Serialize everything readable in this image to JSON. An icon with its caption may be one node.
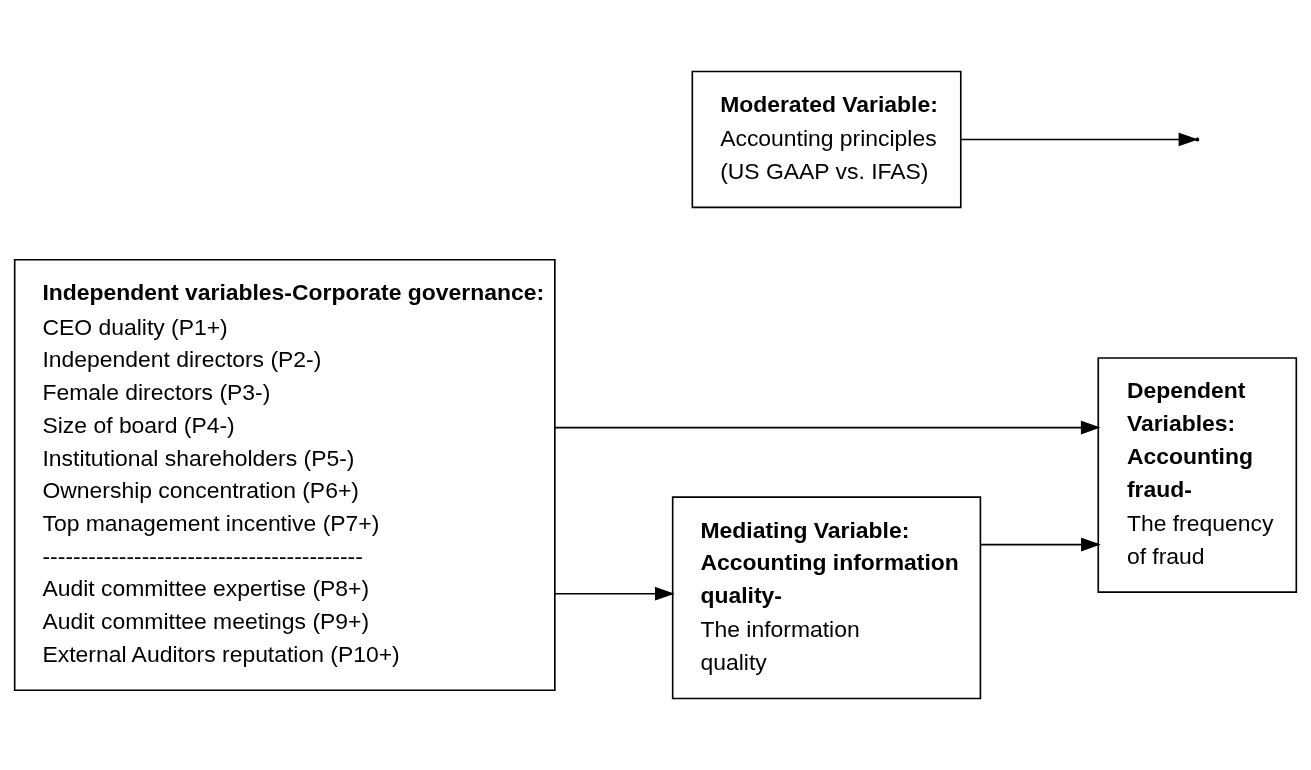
{
  "diagram": {
    "nodes": [
      {
        "text": [
          "Independent variables-Corporate governance:",
          "CEO duality (P1+)",
          "Independent directors (P2-)",
          "Female directors (P3-)",
          "Size of board (P4-)",
          "Institutional shareholders (P5-)",
          "Ownership concentration (P6+)",
          "Top management incentive (P7+)",
          "------------------------------------------",
          "Audit committee expertise (P8+)",
          "Audit committee meetings (P9+)",
          "External Auditors reputation (P10+)"
        ]
      },
      {
        "text": [
          "Dependent Variables: Accounting fraud-",
          "The frequency of fraud"
        ]
      },
      {
        "text": [
          "Mediating Variable: Accounting information quality-",
          "The information quality"
        ]
      },
      {
        "text": [
          "Moderated Variable:",
          "Accounting principles (US GAAP vs. IFAS)"
        ]
      }
    ],
    "edges": [
      {
        "from": 0,
        "to": 1,
        "arrow": "to"
      },
      {
        "from": 0,
        "to": 2,
        "arrow": "to"
      },
      {
        "from": 3,
        "to": null,
        "arrow": "to"
      },
      {
        "from": 2,
        "to": 1,
        "arrow": "to"
      }
    ]
  }
}
